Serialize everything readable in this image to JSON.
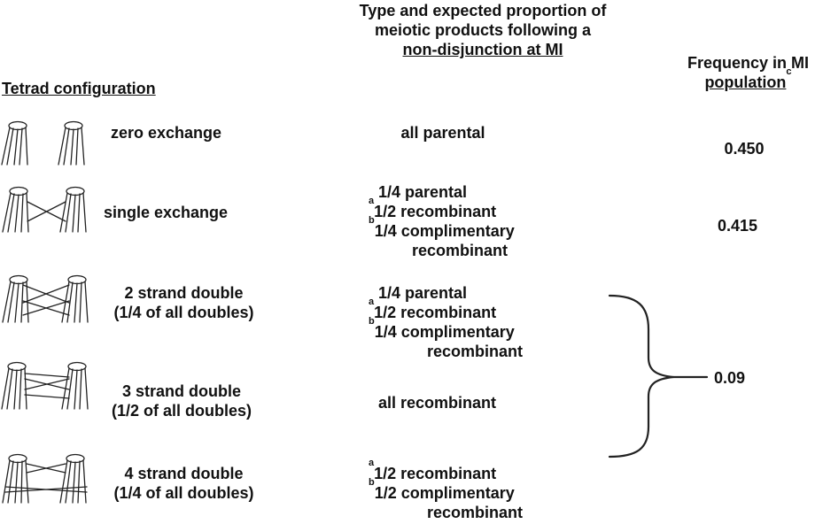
{
  "headers": {
    "tetrad": "Tetrad configuration",
    "type_line1": "Type and expected proportion of",
    "type_line2": "meiotic products following a",
    "type_line3": "non-disjunction at MI",
    "freq_line1": "Frequency in MI",
    "freq_line2": "population",
    "freq_sup": "c"
  },
  "rows": [
    {
      "config_line1": "zero exchange",
      "config_line2": "",
      "products": [
        {
          "sup": "",
          "text": "all parental"
        }
      ],
      "frequency": "0.450"
    },
    {
      "config_line1": "single exchange",
      "config_line2": "",
      "products": [
        {
          "sup": "",
          "text": "1/4 parental"
        },
        {
          "sup": "a",
          "text": "1/2 recombinant"
        },
        {
          "sup": "b",
          "text": "1/4 complimentary"
        },
        {
          "sup": "",
          "text": "recombinant"
        }
      ],
      "frequency": "0.415"
    },
    {
      "config_line1": "2 strand double",
      "config_line2": "(1/4 of all doubles)",
      "products": [
        {
          "sup": "",
          "text": "1/4 parental"
        },
        {
          "sup": "a",
          "text": "1/2 recombinant"
        },
        {
          "sup": "b",
          "text": "1/4 complimentary"
        },
        {
          "sup": "",
          "text": "recombinant"
        }
      ]
    },
    {
      "config_line1": "3 strand double",
      "config_line2": "(1/2 of all doubles)",
      "products": [
        {
          "sup": "",
          "text": "all recombinant"
        }
      ]
    },
    {
      "config_line1": "4 strand double",
      "config_line2": "(1/4 of all doubles)",
      "products": [
        {
          "sup": "a",
          "text": "1/2 recombinant"
        },
        {
          "sup": "b",
          "text": "1/2 complimentary"
        },
        {
          "sup": "",
          "text": "recombinant"
        }
      ]
    }
  ],
  "doubles_frequency": "0.09"
}
